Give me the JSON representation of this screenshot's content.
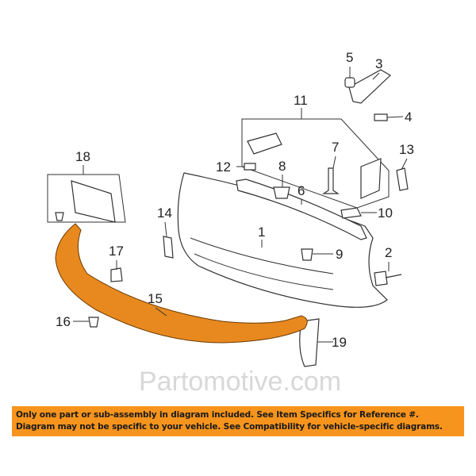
{
  "diagram": {
    "watermark": "Partomotive.com",
    "highlight_color": "#e8891f",
    "callouts": [
      "1",
      "2",
      "3",
      "4",
      "5",
      "6",
      "7",
      "8",
      "9",
      "10",
      "11",
      "12",
      "13",
      "14",
      "15",
      "16",
      "17",
      "18",
      "19"
    ],
    "highlighted_part": "15"
  },
  "banner": {
    "line1": "Only one part or sub-assembly in diagram included. See Item Specifics for Reference #.",
    "line2": "Diagram may not be specific to your vehicle. See Compatibility for vehicle-specific diagrams.",
    "color": "#f7941d"
  }
}
